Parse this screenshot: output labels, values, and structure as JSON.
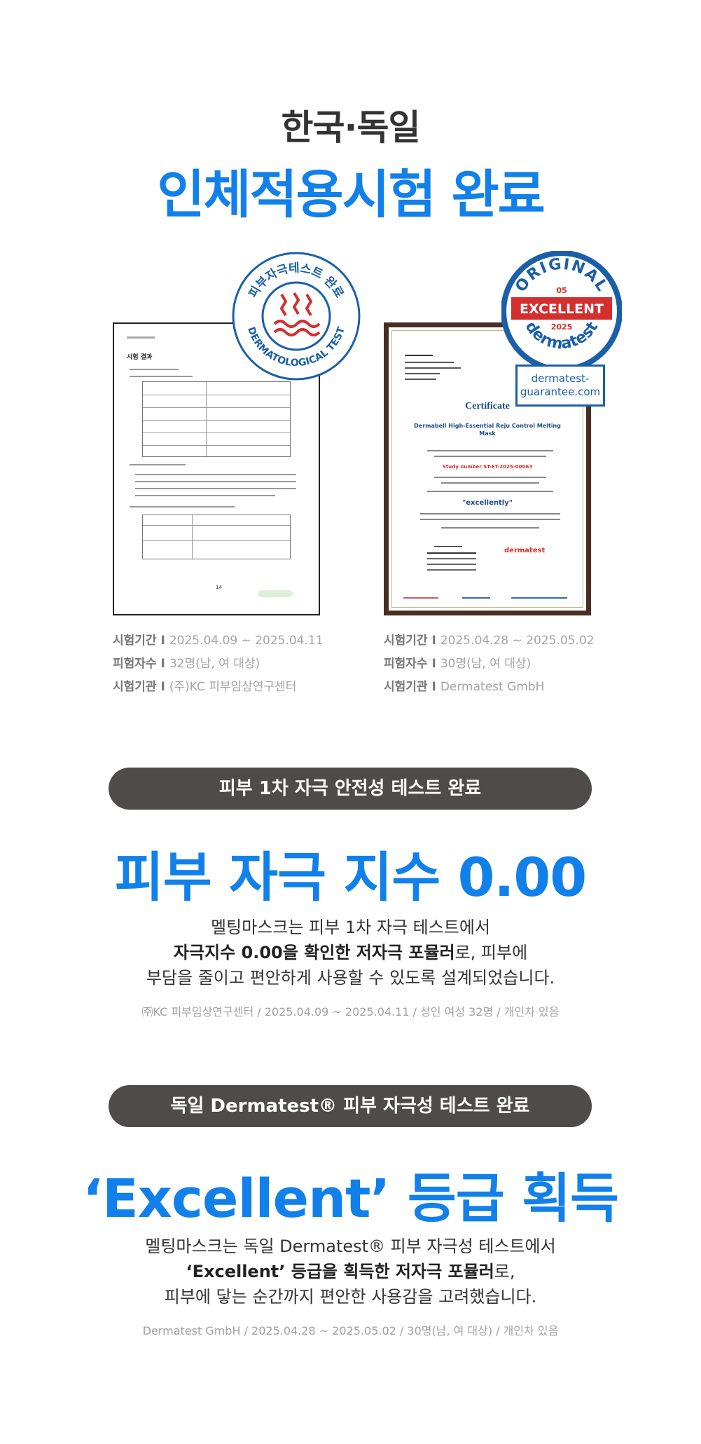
{
  "header": {
    "subtitle": "한국·독일",
    "title": "인체적용시험 완료"
  },
  "doc_korea": {
    "heading": "시험 결과",
    "badge_text_top": "피부자극테스트 완료",
    "badge_text_bottom": "DERMATOLOGICAL TEST",
    "page_number": "14"
  },
  "doc_germany": {
    "cert_title": "Certificate",
    "product": "Dermabell High-Essential Reju Control Melting Mask",
    "study_number": "Study number ST-ET-2025-00063",
    "rating_text": "\"excellently\"",
    "logo_text": "dermatest",
    "badge": {
      "top": "ORIGINAL",
      "number": "05",
      "grade": "EXCELLENT",
      "year": "2025",
      "brand": "dermatest",
      "url_line1": "dermatest-",
      "url_line2": "guarantee.com"
    }
  },
  "info_korea": {
    "period_label": "시험기간 I",
    "period": "2025.04.09 ~ 2025.04.11",
    "subjects_label": "피험자수 I",
    "subjects": "32명(남, 여 대상)",
    "org_label": "시험기관 I",
    "org": "(주)KC 피부임상연구센터"
  },
  "info_germany": {
    "period_label": "시험기간 I",
    "period": "2025.04.28 ~ 2025.05.02",
    "subjects_label": "피험자수 I",
    "subjects": "30명(남, 여 대상)",
    "org_label": "시험기관 I",
    "org": "Dermatest GmbH"
  },
  "section1": {
    "pill": "피부 1차 자극 안전성 테스트 완료",
    "headline": "피부 자극 지수 0.00",
    "line1": "멜팅마스크는 피부 1차 자극 테스트에서",
    "line2_bold": "자극지수 0.00을 확인한 저자극 포뮬러",
    "line2_rest": "로, 피부에",
    "line3": "부담을 줄이고 편안하게 사용할 수 있도록 설계되었습니다.",
    "note": "㈜KC 피부임상연구센터 / 2025.04.09 ~ 2025.04.11 / 성인 여성 32명 / 개인차 있음"
  },
  "section2": {
    "pill": "독일 Dermatest® 피부 자극성 테스트 완료",
    "headline": "‘Excellent’ 등급 획득",
    "line1": "멜팅마스크는 독일 Dermatest® 피부 자극성 테스트에서",
    "line2_bold": "‘Excellent’ 등급을 획득한 저자극 포뮬러",
    "line2_rest": "로,",
    "line3": "피부에 닿는 순간까지 편안한 사용감을 고려했습니다.",
    "note": "Dermatest GmbH / 2025.04.28 ~ 2025.05.02 / 30명(남, 여 대상) / 개인차 있음"
  },
  "colors": {
    "accent": "#1180ea",
    "pill": "#4f4b4a",
    "badge_blue": "#1b5fa8",
    "badge_red": "#d32f2f"
  }
}
